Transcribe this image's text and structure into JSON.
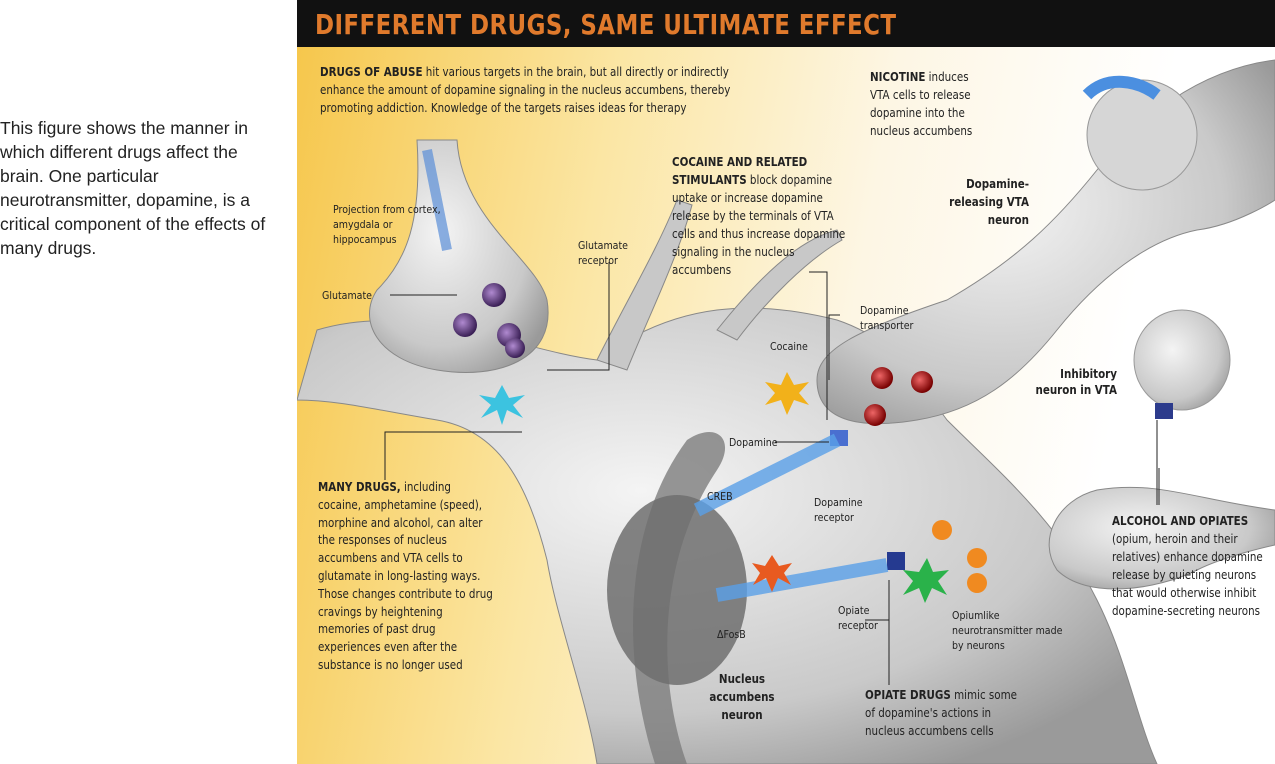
{
  "caption": "This figure shows the manner in which different drugs affect the brain. One particular neurotransmitter, dopamine, is a critical component of the effects of many drugs.",
  "title": "DIFFERENT DRUGS, SAME ULTIMATE EFFECT",
  "intro": {
    "lead": "DRUGS OF ABUSE",
    "text": " hit various targets in the brain, but all directly or indirectly enhance the amount of dopamine signaling in the nucleus accumbens, thereby promoting addiction. Knowledge of the targets raises ideas for therapy"
  },
  "nicotine": {
    "lead": "NICOTINE",
    "text": " induces VTA cells to release dopamine into the nucleus accumbens"
  },
  "vta_neuron": "Dopamine-releasing VTA neuron",
  "cocaine_block": {
    "lead": "COCAINE AND RELATED STIMULANTS",
    "text": " block dopamine uptake or increase dopamine release by the terminals of VTA cells and thus increase dopamine signaling in the nucleus accumbens"
  },
  "projection": "Projection from cortex, amygdala or hippocampus",
  "glutamate_receptor": "Glutamate receptor",
  "glutamate": "Glutamate",
  "cocaine": "Cocaine",
  "dopamine_transporter": "Dopamine transporter",
  "inhibitory_neuron": "Inhibitory neuron in VTA",
  "dopamine": "Dopamine",
  "dopamine_receptor": "Dopamine receptor",
  "creb": "CREB",
  "fosb": "ΔFosB",
  "many_drugs": {
    "lead": "MANY DRUGS,",
    "text": " including cocaine, amphetamine (speed), morphine and alcohol, can alter the responses of nucleus accumbens and VTA cells to glutamate in long-lasting ways. Those changes contribute to drug cravings by heightening memories of past drug experiences even after the substance is no longer used"
  },
  "alcohol_opiates": {
    "lead": "ALCOHOL AND OPIATES",
    "text": " (opium, heroin and their relatives) enhance dopamine release by quieting neurons that would otherwise inhibit dopamine-secreting neurons"
  },
  "opiate_receptor": "Opiate receptor",
  "opiumlike": "Opiumlike neurotransmitter made by neurons",
  "nucleus_accumbens": "Nucleus accumbens neuron",
  "opiate_drugs": {
    "lead": "OPIATE DRUGS",
    "text": " mimic some of dopamine's actions in nucleus accumbens cells"
  }
}
